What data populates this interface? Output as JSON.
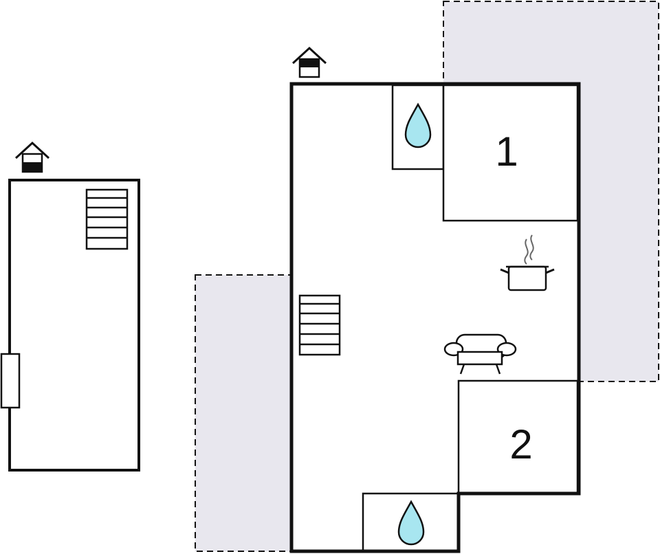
{
  "colors": {
    "wall": "#111111",
    "terrace": "#e8e7ee",
    "water": "#a8e6f0",
    "background": "#ffffff"
  },
  "rooms": [
    {
      "label": "1",
      "type": "bedroom"
    },
    {
      "label": "2",
      "type": "bedroom"
    }
  ],
  "icons": [
    "entrance-icon",
    "water-drop-icon",
    "stairs-icon",
    "cooking-pot-icon",
    "sofa-icon",
    "door-icon"
  ]
}
